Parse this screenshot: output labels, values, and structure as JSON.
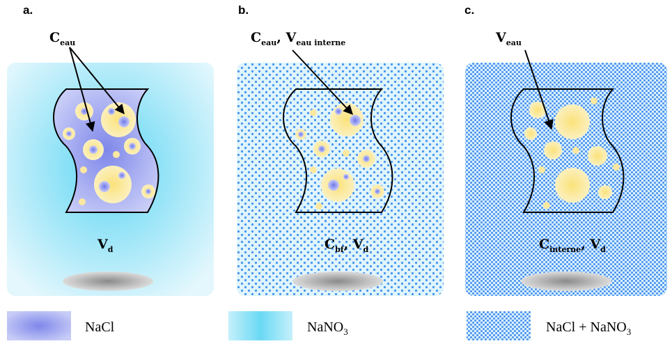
{
  "panels": [
    {
      "letter": "a.",
      "top_label": {
        "main": "C",
        "sub": "eau"
      },
      "bottom_label": {
        "main": "V",
        "sub": "d"
      }
    },
    {
      "letter": "b.",
      "top_label": {
        "parts": [
          {
            "main": "C",
            "sub": "eau"
          },
          {
            "main": "V",
            "sub": "eau interne"
          }
        ]
      },
      "bottom_label": {
        "parts": [
          {
            "main": "C",
            "sub": "bf"
          },
          {
            "main": "V",
            "sub": "d"
          }
        ]
      }
    },
    {
      "letter": "c.",
      "top_label": {
        "main": "V",
        "sub": "eau"
      },
      "bottom_label": {
        "parts": [
          {
            "main": "C",
            "sub": "interne"
          },
          {
            "main": "V",
            "sub": "d"
          }
        ]
      }
    }
  ],
  "separator": ", ",
  "legend": [
    {
      "text": "NaCl",
      "swatch": "nacl"
    },
    {
      "text": "NaNO",
      "sub": "3",
      "swatch": "nano3"
    },
    {
      "text": "NaCl + NaNO",
      "sub": "3",
      "swatch": "mix"
    }
  ],
  "colors": {
    "nacl": "#8f95ee",
    "nano3": "#7fe0f5",
    "pore": "#fbe38a",
    "dot": "#3b8ff0"
  }
}
